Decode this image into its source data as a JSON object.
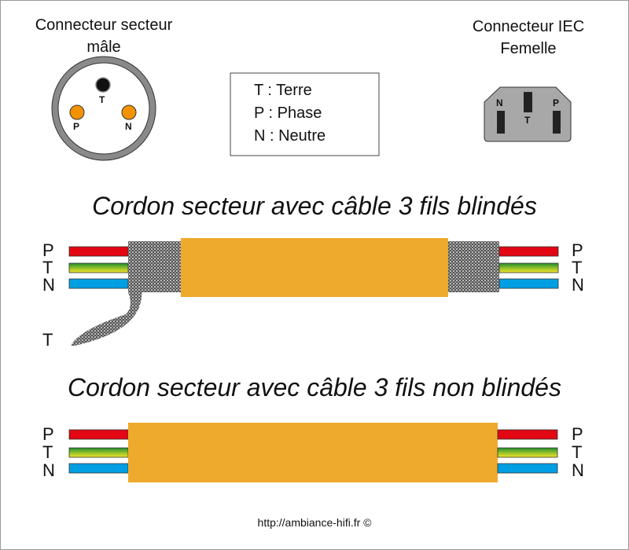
{
  "male_connector": {
    "title_line1": "Connecteur secteur",
    "title_line2": "mâle",
    "pins": {
      "earth": "T",
      "phase": "P",
      "neutral": "N"
    }
  },
  "iec_connector": {
    "title_line1": "Connecteur IEC",
    "title_line2": "Femelle",
    "pins": {
      "neutral": "N",
      "earth": "T",
      "phase": "P"
    }
  },
  "legend": {
    "items": [
      "T : Terre",
      "P : Phase",
      "N : Neutre"
    ]
  },
  "shielded": {
    "title": "Cordon secteur avec câble 3 fils blindés",
    "left_labels": [
      "P",
      "T",
      "N"
    ],
    "right_labels": [
      "P",
      "T",
      "N"
    ],
    "shield_label": "T"
  },
  "unshielded": {
    "title": "Cordon secteur avec câble 3 fils non blindés",
    "left_labels": [
      "P",
      "T",
      "N"
    ],
    "right_labels": [
      "P",
      "T",
      "N"
    ]
  },
  "footer": "http://ambiance-hifi.fr ©",
  "colors": {
    "phase": "#e30613",
    "neutral": "#009fe3",
    "earth_green": "#1e8c2e",
    "earth_yellow": "#f2e52a",
    "jacket": "#eeaa2c",
    "pin_orange": "#f39200",
    "connector_gray": "#a8a8a8"
  }
}
